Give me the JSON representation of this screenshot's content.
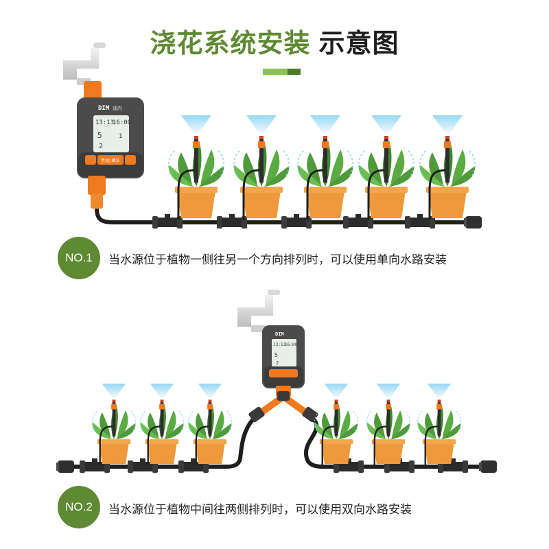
{
  "header": {
    "title_main": "浇花系统安装",
    "title_suffix": "示意图",
    "accent_colors": [
      "#8cc152",
      "#4e7a2b"
    ]
  },
  "timer": {
    "brand": "DIM",
    "brand_suffix": "迪内",
    "display_time_a": "13:13",
    "display_time_b": "16:00",
    "display_num": "5",
    "display_count": "1",
    "display_day": "2",
    "button_label": "手动/确认"
  },
  "colors": {
    "accent": "#5e8a33",
    "timer_body": "#4b4b4b",
    "connector": "#f07a1f",
    "pipe": "#1f1f1f",
    "pot": "#ee9a3c",
    "leaf": "#4f9a3a",
    "spray": "#8cd3f2"
  },
  "sections": [
    {
      "badge": "NO.1",
      "caption": "当水源位于植物一侧往另一个方向排列时，可以使用单向水路安装"
    },
    {
      "badge": "NO.2",
      "caption": "当水源位于植物中间往两侧排列时，可以使用双向水路安装"
    }
  ]
}
